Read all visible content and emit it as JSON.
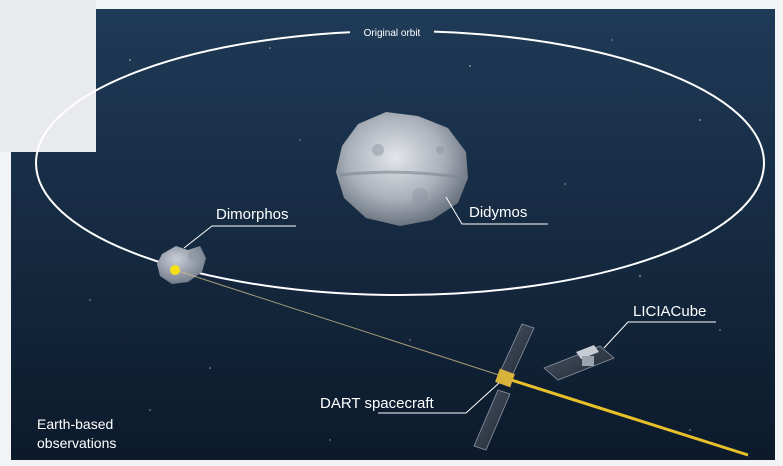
{
  "labels": {
    "orbit": "Original orbit",
    "dimorphos": "Dimorphos",
    "didymos": "Didymos",
    "liciacube": "LICIACube",
    "dart": "DART spacecraft",
    "earth_line1": "Earth-based",
    "earth_line2": "observations"
  },
  "colors": {
    "space_top": "#1d3550",
    "space_bottom": "#0d1c2e",
    "orbit": "#ffffff",
    "trajectory": "#e8c12a",
    "impact_point": "#f5e11a"
  },
  "icons": {
    "didymos": "asteroid",
    "dimorphos": "moonlet",
    "dart": "spacecraft",
    "liciacube": "cubesat"
  }
}
